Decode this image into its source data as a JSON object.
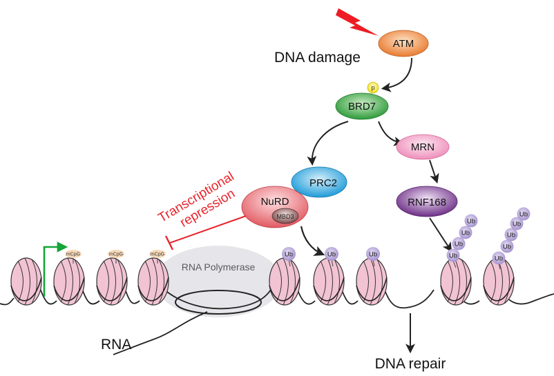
{
  "labels": {
    "dna_damage": "DNA damage",
    "dna_repair": "DNA repair",
    "rna": "RNA",
    "rna_polymerase": "RNA Polymerase",
    "repression_line1": "Transcriptional",
    "repression_line2": "repression",
    "mcpg": "mCpG",
    "ub": "Ub"
  },
  "nodes": {
    "atm": "ATM",
    "brd7": "BRD7",
    "phospho": "p",
    "mrn": "MRN",
    "rnf168": "RNF168",
    "prc2": "PRC2",
    "nurd": "NuRD",
    "mbd3": "MBD3"
  },
  "colors": {
    "lightning": "#ee1c24",
    "atm": "#e97a2e",
    "brd7": "#3fae49",
    "phospho": "#f6e81f",
    "mrn": "#f4a2c6",
    "rnf168": "#7a3b8f",
    "prc2": "#29a6e0",
    "nurd": "#e8696f",
    "mbd3": "#8a5a5a",
    "nucleosome": "#f2c3d3",
    "ub": "#b8a6d8",
    "mcpg": "#f7d9b8",
    "tss_arrow": "#13a538",
    "repression": "#e8232a",
    "polymerase": "#e6e6ea"
  },
  "icons": {
    "damage": "lightning-bolt-icon",
    "tss": "transcription-start-arrow-icon"
  }
}
